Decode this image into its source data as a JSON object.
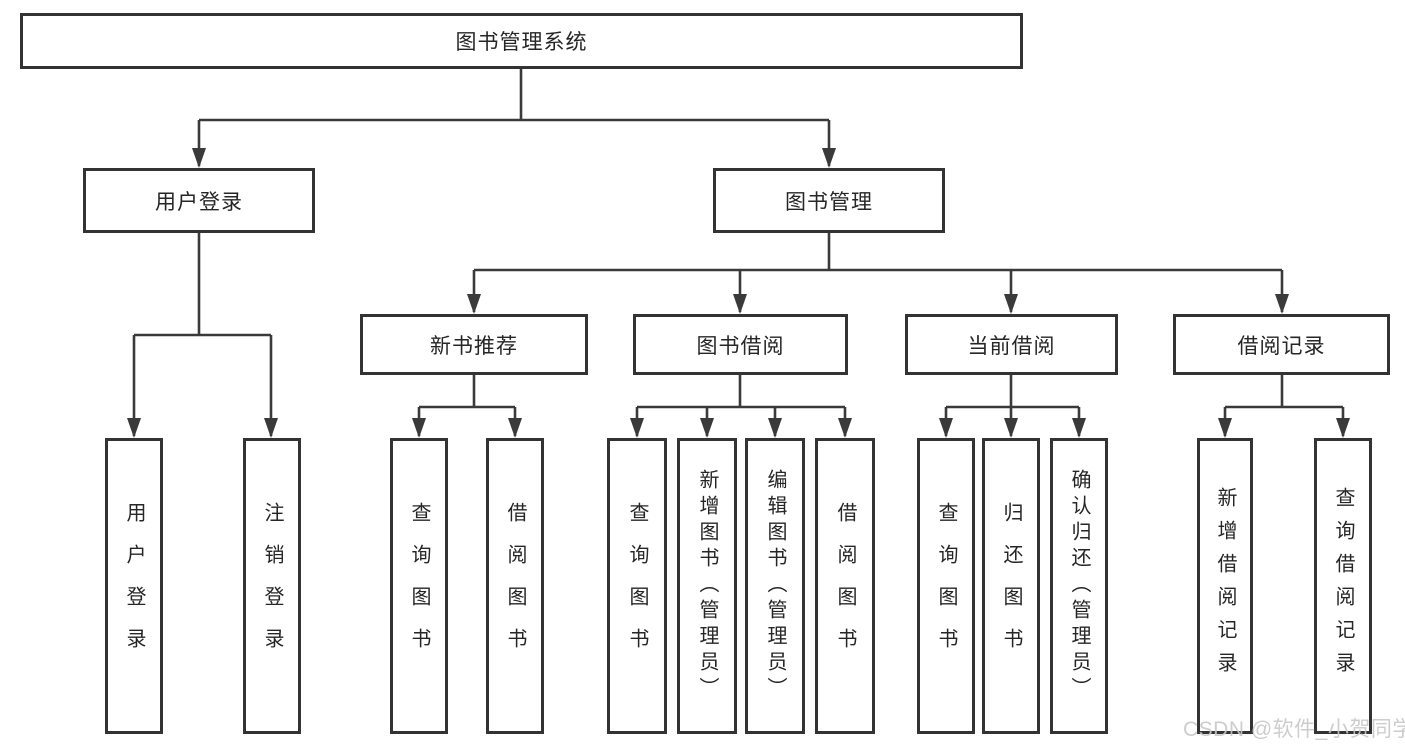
{
  "diagram": {
    "root": {
      "label": "图书管理系统"
    },
    "level2": [
      {
        "label": "用户登录"
      },
      {
        "label": "图书管理"
      }
    ],
    "login_children": [
      {
        "label": "用户登录"
      },
      {
        "label": "注销登录"
      }
    ],
    "management_groups": [
      {
        "label": "新书推荐",
        "children": [
          {
            "label": "查询图书"
          },
          {
            "label": "借阅图书"
          }
        ]
      },
      {
        "label": "图书借阅",
        "children": [
          {
            "label": "查询图书"
          },
          {
            "label": "新增图书（管理员）"
          },
          {
            "label": "编辑图书（管理员）"
          },
          {
            "label": "借阅图书"
          }
        ]
      },
      {
        "label": "当前借阅",
        "children": [
          {
            "label": "查询图书"
          },
          {
            "label": "归还图书"
          },
          {
            "label": "确认归还（管理员）"
          }
        ]
      },
      {
        "label": "借阅记录",
        "children": [
          {
            "label": "新增借阅记录"
          },
          {
            "label": "查询借阅记录"
          }
        ]
      }
    ],
    "watermark": "CSDN @软件_小贺同学",
    "colors": {
      "line": "#3a3a3a",
      "box_border": "#333333",
      "text": "#262626",
      "watermark": "#c8c8c8",
      "background": "#ffffff"
    }
  }
}
